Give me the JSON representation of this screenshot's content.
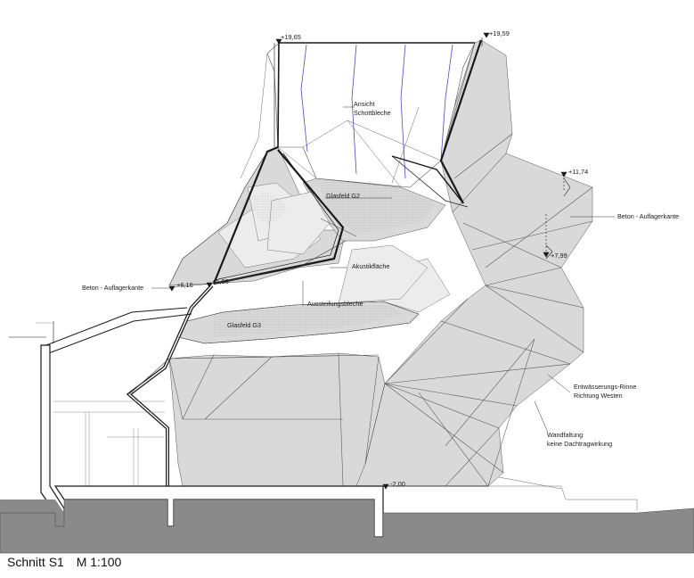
{
  "title": {
    "section": "Schnitt S1",
    "scale": "M 1:100"
  },
  "levels": {
    "top_left": "+19,65",
    "top_right": "+19,59",
    "right_upper": "+11,74",
    "right_lower": "+7,99",
    "left_a": "+6,16",
    "left_b": "+5,96",
    "floor": "-2,00"
  },
  "labels": {
    "ansicht_1": "Ansicht",
    "ansicht_2": "Schottbleche",
    "glasfeld_g2": "Glasfeld G2",
    "akustik": "Akustikfläche",
    "aussteifung": "Aussteifungsbleche",
    "glasfeld_g3": "Glasfeld G3",
    "beton_left": "Beton - Auflagerkante",
    "beton_right": "Beton - Auflagerkante",
    "entw_1": "Entwässerungs-Rinne",
    "entw_2": "Richtung Westen",
    "wand_1": "Wandfaltung",
    "wand_2": "keine Dachtragwirkung"
  },
  "colors": {
    "shell_fill": "#d9d9d9",
    "ground_fill": "#8a8a8a",
    "section_line": "#1a1a1a",
    "schott_line": "#4a4ab8"
  }
}
